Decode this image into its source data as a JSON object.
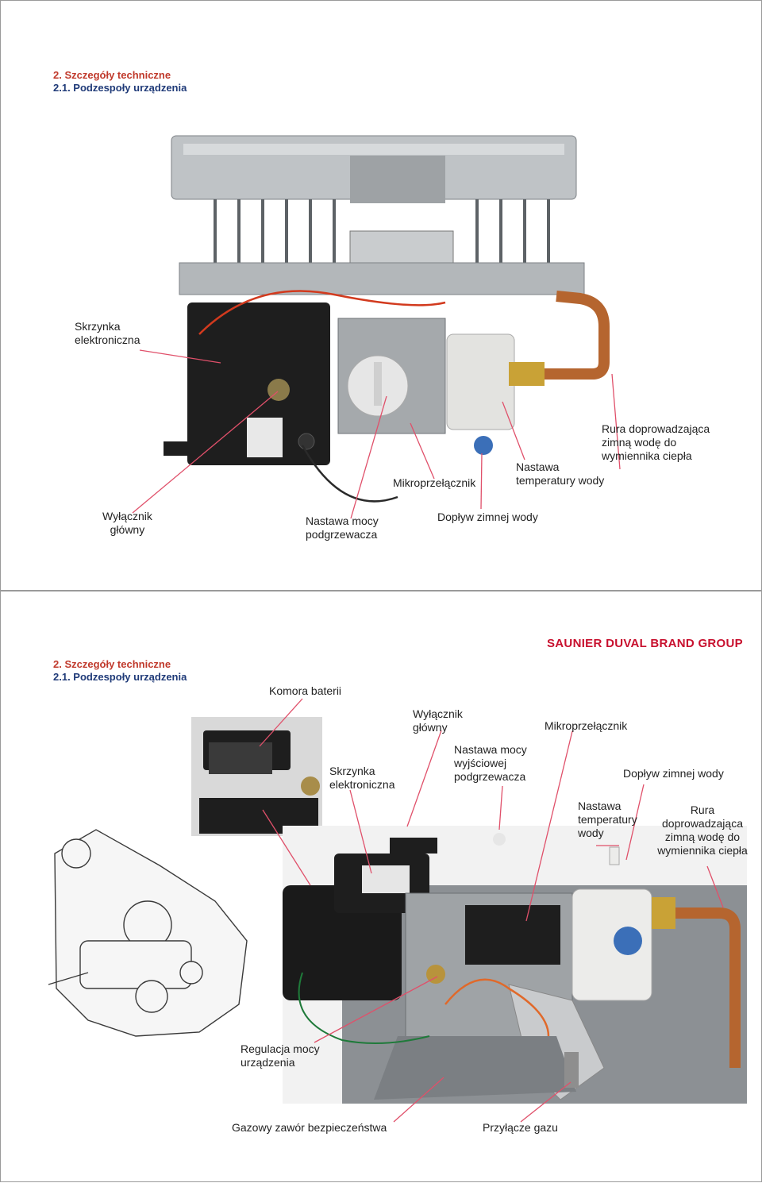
{
  "slide1": {
    "heading": {
      "section": "2. Szczegóły techniczne",
      "subsection": "2.1. Podzespoły urządzenia"
    },
    "labels": {
      "skrzynka": "Skrzynka\nelektroniczna",
      "rura": "Rura doprowadzająca\nzimną wodę do\nwymiennika ciepła",
      "nastawa_temp": "Nastawa\ntemperatury wody",
      "mikro": "Mikroprzełącznik",
      "wylacznik": "Wyłącznik\ngłówny",
      "nastawa_mocy": "Nastawa mocy\npodgrzewacza",
      "doplyw": "Dopływ zimnej wody"
    }
  },
  "slide2": {
    "brand": "SAUNIER DUVAL BRAND GROUP",
    "heading": {
      "section": "2. Szczegóły techniczne",
      "subsection": "2.1. Podzespoły urządzenia"
    },
    "labels": {
      "komora": "Komora baterii",
      "wylacznik": "Wyłącznik\ngłówny",
      "mikro": "Mikroprzełącznik",
      "skrzynka": "Skrzynka\nelektroniczna",
      "nastawa_mocy": "Nastawa mocy\nwyjściowej\npodgrzewacza",
      "doplyw": "Dopływ zimnej wody",
      "nastawa_temp": "Nastawa\ntemperatury\nwody",
      "rura": "Rura\ndoprowadzająca\nzimną wodę do\nwymiennika ciepła",
      "regulacja": "Regulacja mocy\nurządzenia",
      "gazowy": "Gazowy zawór bezpieczeństwa",
      "przylacze": "Przyłącze gazu"
    }
  },
  "colors": {
    "heading_red": "#c0392b",
    "heading_blue": "#1f3a78",
    "pointer": "#e0506a",
    "brand_red": "#c8102e"
  }
}
